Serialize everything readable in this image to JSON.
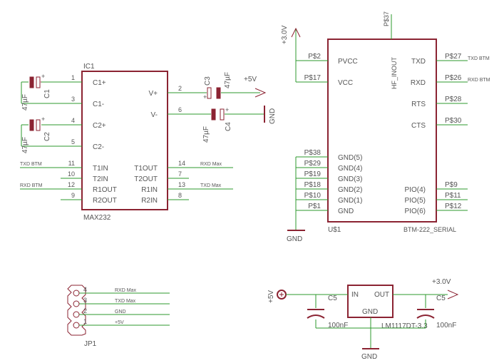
{
  "ic1": {
    "name": "IC1",
    "value": "MAX232",
    "left_pins": [
      {
        "num": "1",
        "name": "C1+"
      },
      {
        "num": "3",
        "name": "C1-"
      },
      {
        "num": "4",
        "name": "C2+"
      },
      {
        "num": "5",
        "name": "C2-"
      },
      {
        "num": "11",
        "name": "T1IN"
      },
      {
        "num": "10",
        "name": "T2IN"
      },
      {
        "num": "12",
        "name": "R1OUT"
      },
      {
        "num": "9",
        "name": "R2OUT"
      }
    ],
    "right_pins": [
      {
        "num": "2",
        "name": "V+"
      },
      {
        "num": "6",
        "name": "V-"
      },
      {
        "num": "14",
        "name": "T1OUT"
      },
      {
        "num": "7",
        "name": "T2OUT"
      },
      {
        "num": "13",
        "name": "R1IN"
      },
      {
        "num": "8",
        "name": "R2IN"
      }
    ],
    "net_labels": {
      "txd_btm": "TXD BTM",
      "rxd_btm": "RXD BTM",
      "rxd_max": "RXD Max",
      "txd_max": "TXD Max"
    }
  },
  "caps": {
    "c1": {
      "name": "C1",
      "value": "47µF"
    },
    "c2": {
      "name": "C2",
      "value": "47µF"
    },
    "c3": {
      "name": "C3",
      "value": "47µF"
    },
    "c4": {
      "name": "C4",
      "value": "47µF"
    },
    "c5a": {
      "name": "C5",
      "value": "100nF"
    },
    "c5b": {
      "name": "C5",
      "value": "100nF"
    }
  },
  "power": {
    "p5v": "+5V",
    "p3v": "+3.0V",
    "gnd": "GND"
  },
  "u1": {
    "name": "U$1",
    "value": "BTM-222_SERIAL",
    "hf_pin": "HF_INOUT",
    "top_pad": "P$37",
    "left_pins": [
      {
        "pad": "P$2",
        "name": "PVCC"
      },
      {
        "pad": "P$17",
        "name": "VCC"
      },
      {
        "pad": "P$38",
        "name": "GND(5)"
      },
      {
        "pad": "P$29",
        "name": "GND(4)"
      },
      {
        "pad": "P$19",
        "name": "GND(3)"
      },
      {
        "pad": "P$18",
        "name": "GND(2)"
      },
      {
        "pad": "P$10",
        "name": "GND(1)"
      },
      {
        "pad": "P$1",
        "name": "GND"
      }
    ],
    "right_pins": [
      {
        "pad": "P$27",
        "name": "TXD",
        "net": "TXD BTM"
      },
      {
        "pad": "P$26",
        "name": "RXD",
        "net": "RXD BTM"
      },
      {
        "pad": "P$28",
        "name": "RTS",
        "net": ""
      },
      {
        "pad": "P$30",
        "name": "CTS",
        "net": ""
      },
      {
        "pad": "P$9",
        "name": "PIO(4)",
        "net": ""
      },
      {
        "pad": "P$11",
        "name": "PIO(5)",
        "net": ""
      },
      {
        "pad": "P$12",
        "name": "PIO(6)",
        "net": ""
      }
    ]
  },
  "jp1": {
    "name": "JP1",
    "pins": [
      {
        "num": "4",
        "net": "RXD Max"
      },
      {
        "num": "3",
        "net": "TXD Max"
      },
      {
        "num": "2",
        "net": "GND"
      },
      {
        "num": "1",
        "net": "+5V"
      }
    ]
  },
  "reg": {
    "value": "LM1117DT-3.3",
    "in": "IN",
    "out": "OUT",
    "gnd": "GND"
  },
  "colors": {
    "wire": "#2e9a2e",
    "body": "#8b2332",
    "text": "#555555"
  }
}
